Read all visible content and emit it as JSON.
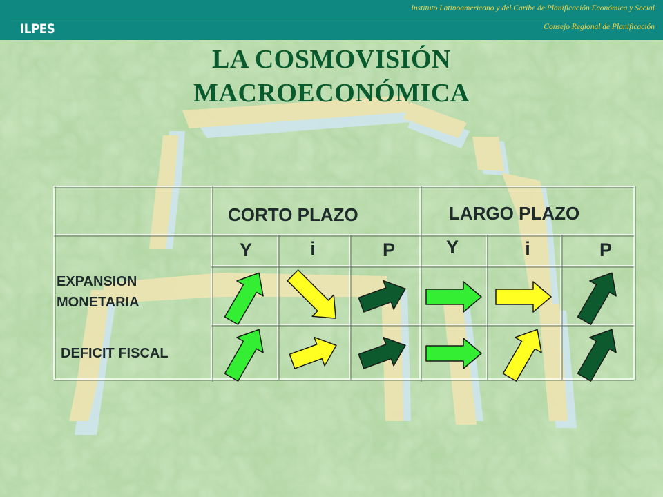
{
  "header": {
    "brand": "ILPES",
    "institute": "Instituto Latinoamericano y del Caribe de Planificación Económica y Social",
    "council": "Consejo Regional de Planificación"
  },
  "title": {
    "line1": "LA COSMOVISIÓN",
    "line2": "MACROECONÓMICA"
  },
  "table": {
    "groups": [
      "CORTO PLAZO",
      "LARGO PLAZO"
    ],
    "variables": [
      "Y",
      "i",
      "P",
      "Y",
      "i",
      "P"
    ],
    "rows": [
      {
        "label_line1": "EXPANSION",
        "label_line2": "MONETARIA",
        "cells": [
          {
            "direction": "up",
            "color": "light-green"
          },
          {
            "direction": "down",
            "color": "yellow"
          },
          {
            "direction": "up-slight",
            "color": "dark-green"
          },
          {
            "direction": "flat",
            "color": "light-green"
          },
          {
            "direction": "flat",
            "color": "yellow"
          },
          {
            "direction": "up",
            "color": "dark-green"
          }
        ]
      },
      {
        "label_line1": "DEFICIT FISCAL",
        "label_line2": "",
        "cells": [
          {
            "direction": "up",
            "color": "light-green"
          },
          {
            "direction": "up-slight",
            "color": "yellow"
          },
          {
            "direction": "up-slight",
            "color": "dark-green"
          },
          {
            "direction": "flat",
            "color": "light-green"
          },
          {
            "direction": "up",
            "color": "yellow"
          },
          {
            "direction": "up",
            "color": "dark-green"
          }
        ]
      }
    ]
  },
  "colors": {
    "header_bg": "#0e8880",
    "header_text": "#ffd23a",
    "title": "#0a5a2f",
    "light-green": "#33ee33",
    "yellow": "#ffff22",
    "dark-green": "#0c5a2e"
  }
}
